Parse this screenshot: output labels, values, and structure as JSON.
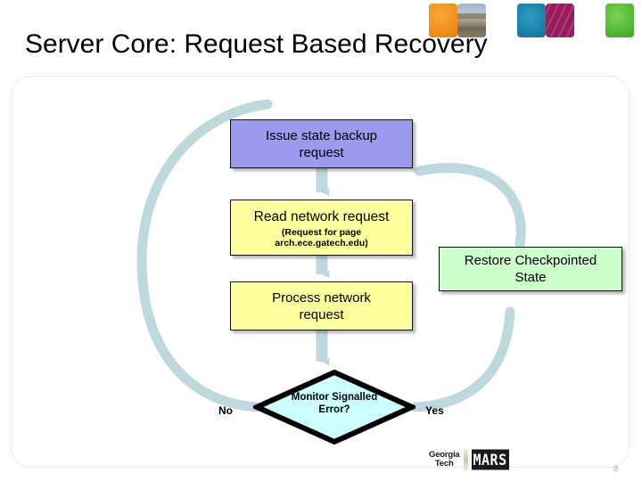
{
  "slide": {
    "title": "Server Core: Request Based Recovery",
    "page_number": "8"
  },
  "decorations": {
    "squares": [
      {
        "name": "orange-square",
        "color": "#f08c16"
      },
      {
        "name": "photo-square",
        "color": "#9a8d78"
      },
      {
        "name": "teal-square",
        "color": "#1b7fa8"
      },
      {
        "name": "magenta-square",
        "color": "#96215c"
      },
      {
        "name": "green-square",
        "color": "#4cb52e"
      }
    ]
  },
  "flowchart": {
    "nodes": [
      {
        "id": "issue-state-backup",
        "label": "Issue state backup",
        "label2": "request",
        "shape": "rect",
        "color": "#9a9aee"
      },
      {
        "id": "read-network-request",
        "label": "Read network request",
        "sub1": "(Request for page",
        "sub2": "arch.ece.gatech.edu)",
        "shape": "rect",
        "color": "#ffff9e"
      },
      {
        "id": "process-network-request",
        "label": "Process network",
        "label2": "request",
        "shape": "rect",
        "color": "#ffff9e"
      },
      {
        "id": "monitor-signalled-error",
        "label": "Monitor Signalled",
        "label2": "Error?",
        "shape": "diamond",
        "color": "#ccffff"
      },
      {
        "id": "restore-checkpointed-state",
        "label": "Restore Checkpointed",
        "label2": "State",
        "shape": "rect",
        "color": "#ccffcc"
      }
    ],
    "branch_labels": {
      "no": "No",
      "yes": "Yes"
    },
    "arrow_color": "#bdd9de"
  },
  "footer": {
    "georgia_tech_line1": "Georgia",
    "georgia_tech_line2": "Tech",
    "mars_logo": "MARS"
  }
}
